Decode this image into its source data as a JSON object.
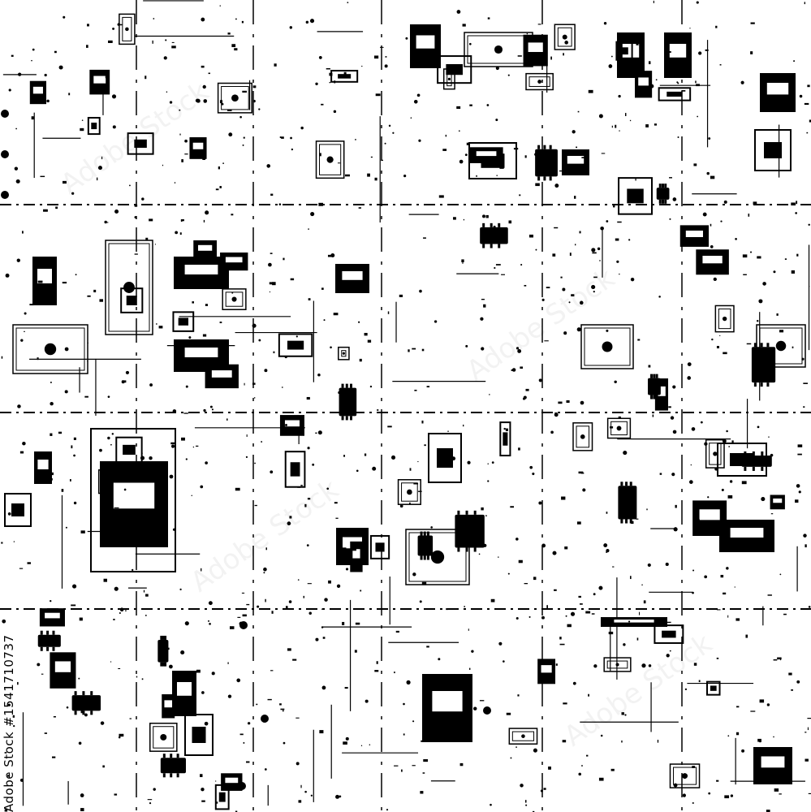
{
  "image": {
    "description_tag": "seamless grunge circuit-board / electronic components pattern",
    "colors": {
      "background": "#ffffff",
      "ink": "#000000"
    }
  },
  "stock_credit": {
    "brand": "Adobe Stock",
    "id_text": "#1541710737"
  },
  "watermark": {
    "text": "Adobe Stock"
  }
}
